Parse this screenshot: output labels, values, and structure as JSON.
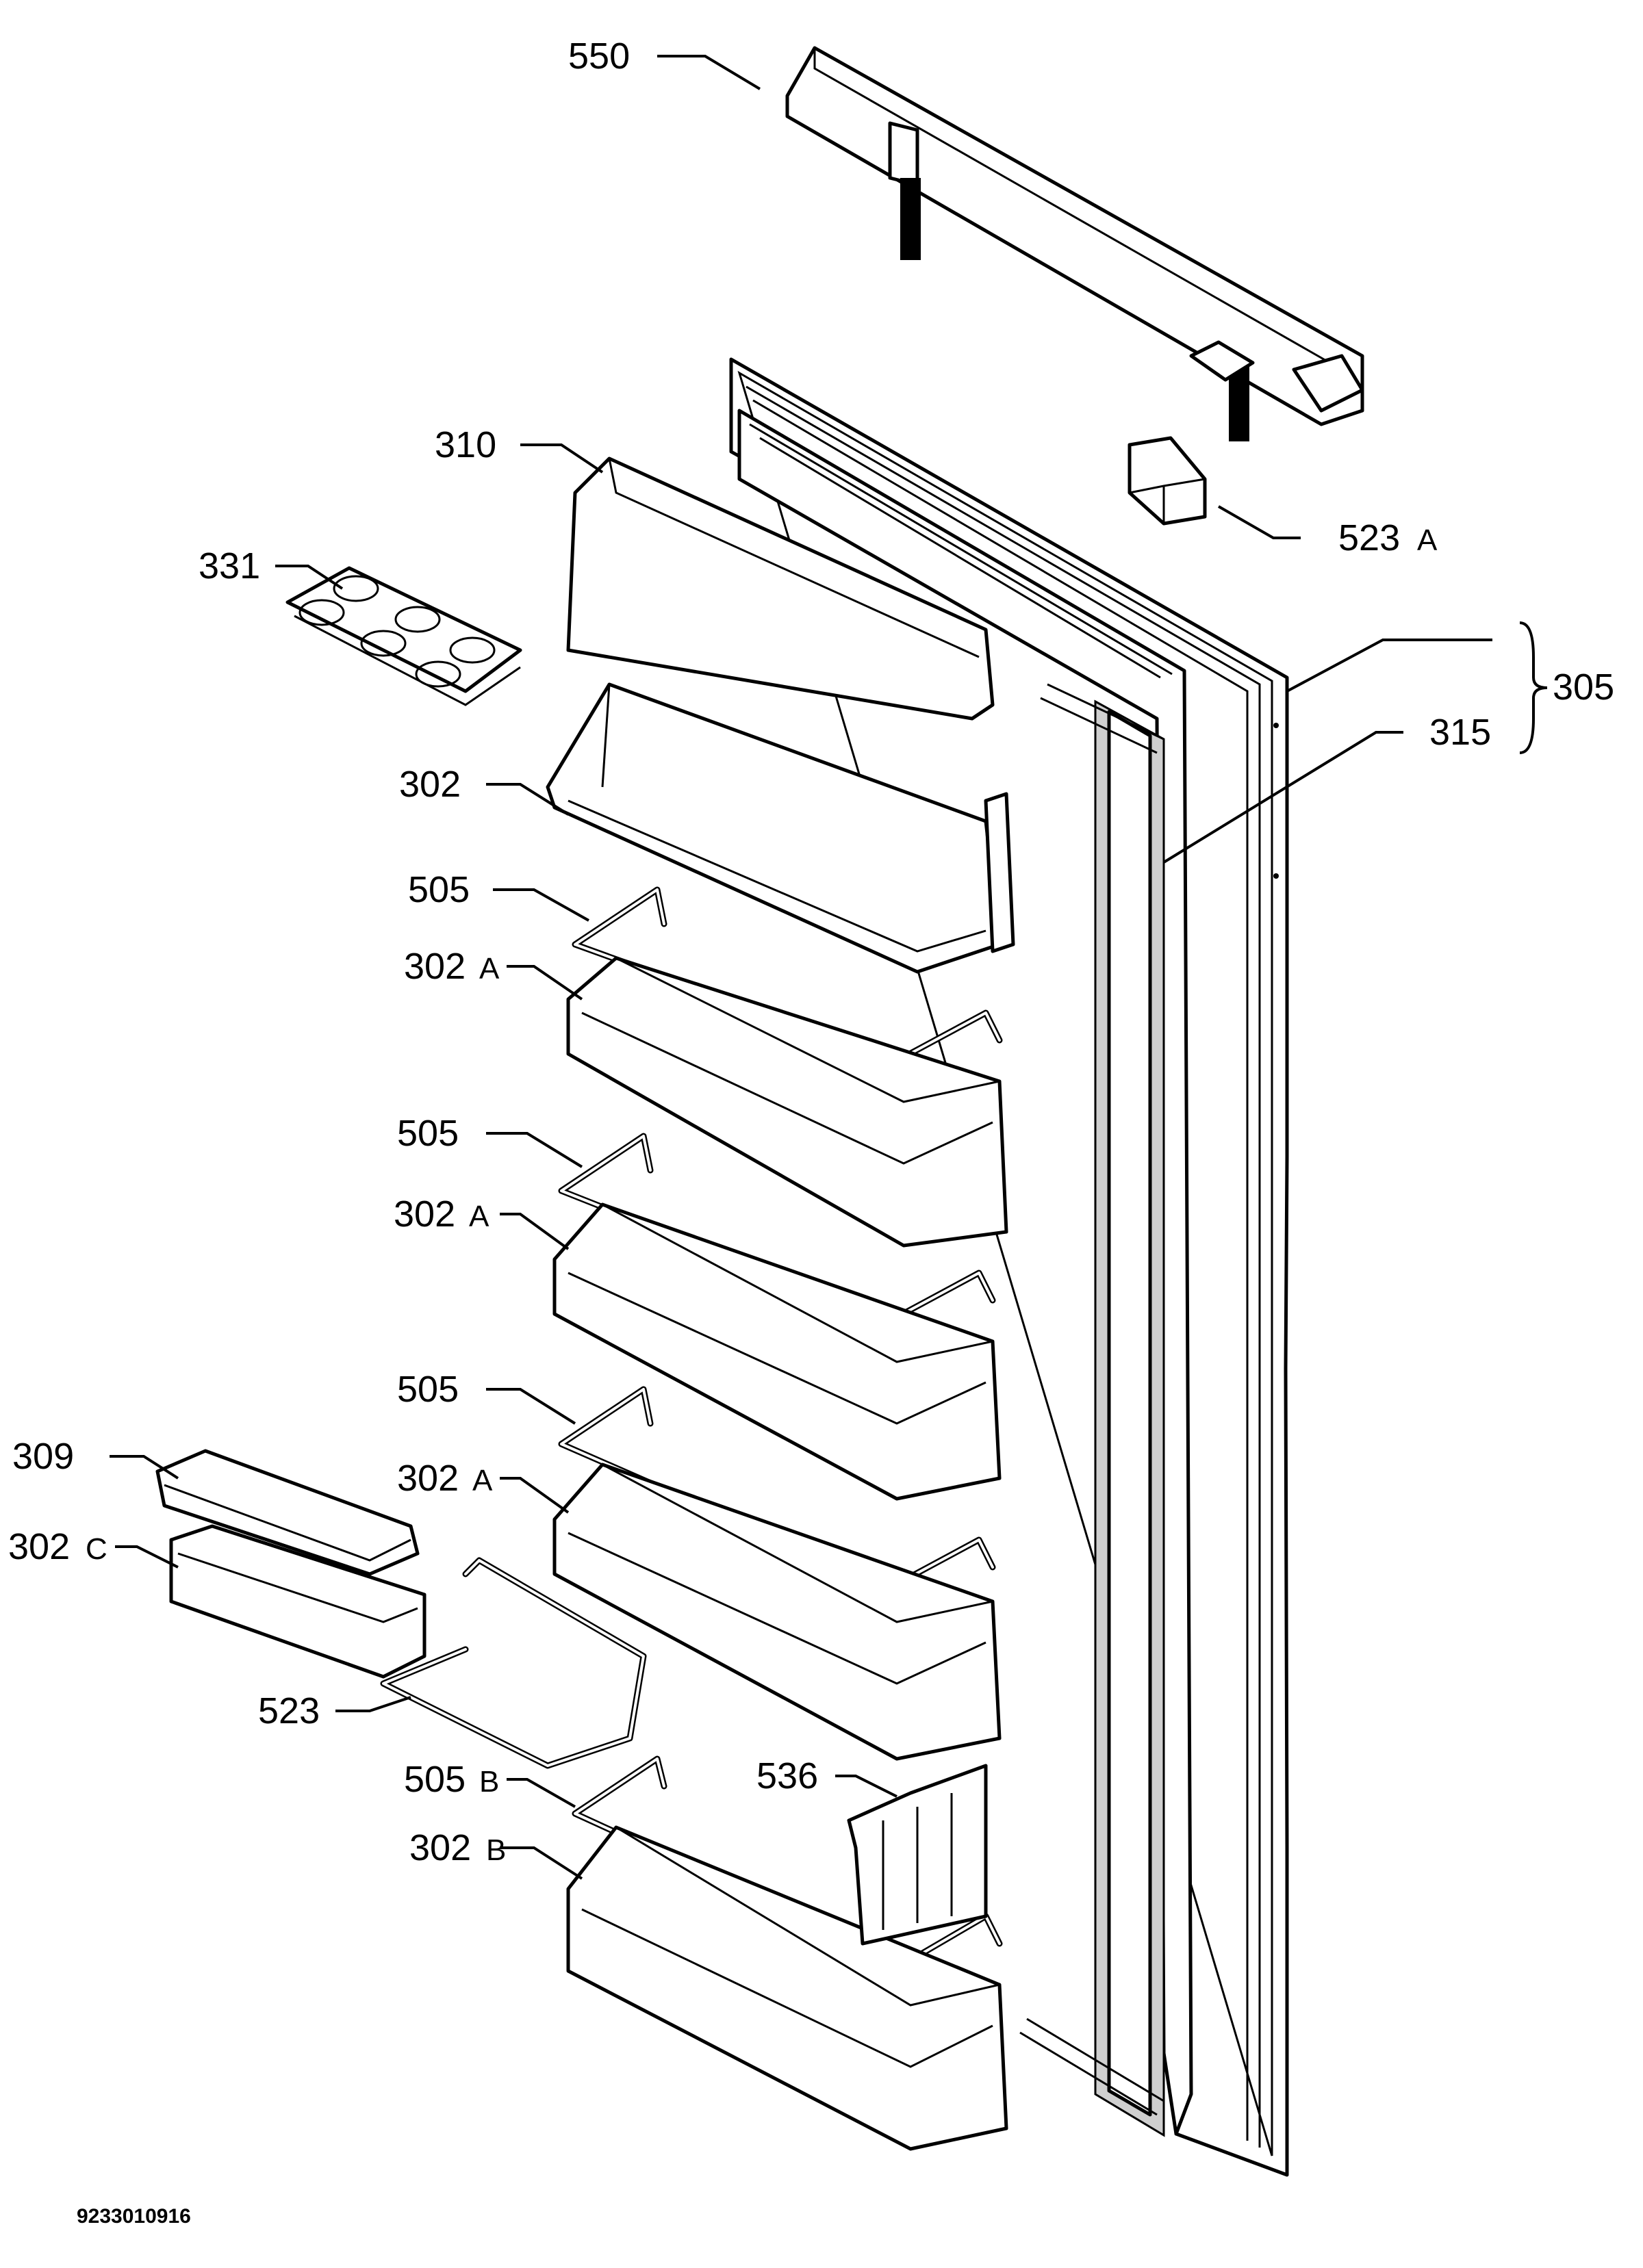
{
  "labels": {
    "l550": "550",
    "l310": "310",
    "l523A": "523",
    "l523A_sub": "A",
    "l331": "331",
    "l305": "305",
    "l315": "315",
    "l302": "302",
    "l505_1": "505",
    "l302A_1": "302",
    "l302A_1_sub": "A",
    "l505_2": "505",
    "l302A_2": "302",
    "l302A_2_sub": "A",
    "l505_3": "505",
    "l309": "309",
    "l302A_3": "302",
    "l302A_3_sub": "A",
    "l302C": "302",
    "l302C_sub": "C",
    "l523": "523",
    "l536": "536",
    "l505B": "505",
    "l505B_sub": "B",
    "l302B": "302",
    "l302B_sub": "B"
  },
  "doc_number": "9233010916"
}
